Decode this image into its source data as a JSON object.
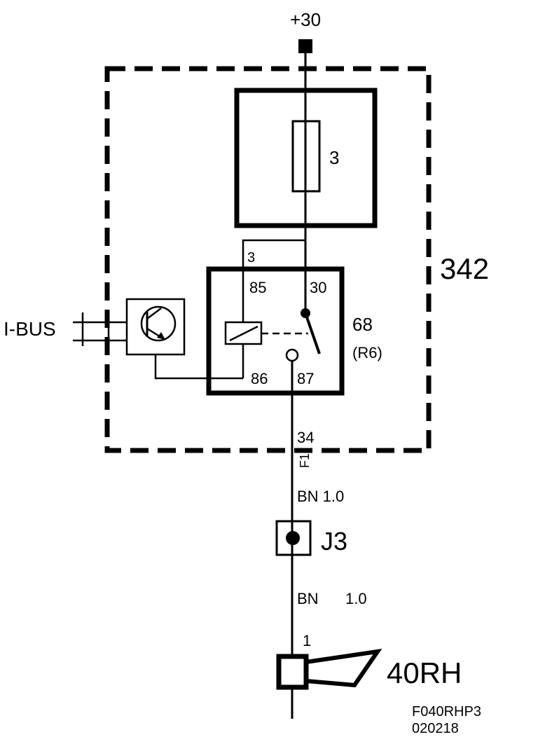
{
  "supply": {
    "label": "+30"
  },
  "module": {
    "label": "342"
  },
  "fuse": {
    "label": "3"
  },
  "relay": {
    "id": "68",
    "sub": "(R6)",
    "pins": {
      "p85": "85",
      "p30": "30",
      "p86": "86",
      "p87": "87"
    },
    "feed_label": "3"
  },
  "bus": {
    "label": "I-BUS"
  },
  "connector": {
    "pin": "34",
    "code": "F1"
  },
  "wire1": {
    "label": "BN 1.0"
  },
  "junction": {
    "label": "J3"
  },
  "wire2": {
    "color": "BN",
    "size": "1.0"
  },
  "horn": {
    "pin": "1",
    "label": "40RH"
  },
  "footer": {
    "code": "F040RHP3",
    "date": "020218"
  }
}
